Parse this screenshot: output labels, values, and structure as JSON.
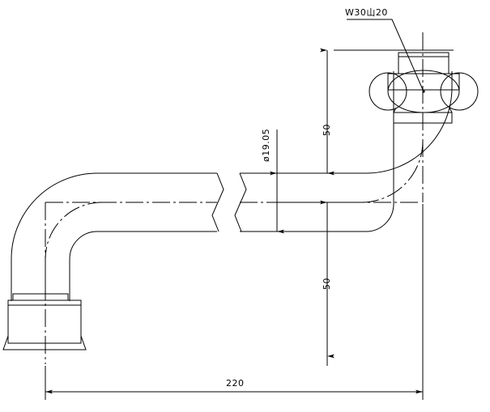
{
  "drawing": {
    "title": "Pipe Elbow Assembly Technical Drawing",
    "type": "engineering-line-drawing",
    "units": "mm",
    "background_color": "#ffffff",
    "line_color": "#000000",
    "centerline_color": "#000000"
  },
  "labels": {
    "thread_spec": "W30山20",
    "pipe_diameter": "ø19.05",
    "vertical_upper": "50",
    "vertical_lower": "50",
    "overall_length": "220"
  },
  "dimensions": {
    "overall_length_value": 220,
    "upper_vertical_value": 50,
    "lower_vertical_value": 50,
    "pipe_outer_diameter": 19.05
  },
  "components": {
    "thread_fitting": "threaded-nut-with-oval-flange",
    "left_end": "pipe-collar-socket",
    "bends": "two-90-degree-elbows",
    "break_symbol": "conventional-break"
  }
}
